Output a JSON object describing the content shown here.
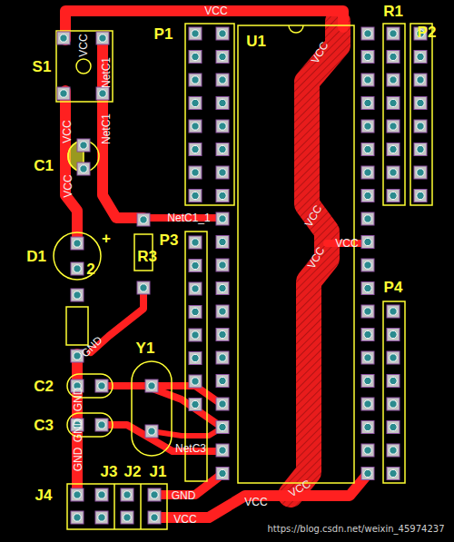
{
  "diagram": {
    "labels": [
      "VCC",
      "P1",
      "U1",
      "R1",
      "P2",
      "S1",
      "VCC",
      "NetC1",
      "VCC",
      "NetC1",
      "VCC",
      "C1",
      "VCC",
      "NetC1_1",
      "VCC",
      "VCC",
      "D1",
      "+",
      "2",
      "P3",
      "R3",
      "VCC",
      "P4",
      "GND",
      "C2",
      "Y1",
      "GND",
      "C3",
      "GND",
      "NetC3",
      "GND",
      "J3",
      "J2",
      "J1",
      "J4",
      "GND",
      "VCC",
      "VCC",
      "VCC",
      "https://blog.csdn.net/weixin_45974237"
    ]
  }
}
